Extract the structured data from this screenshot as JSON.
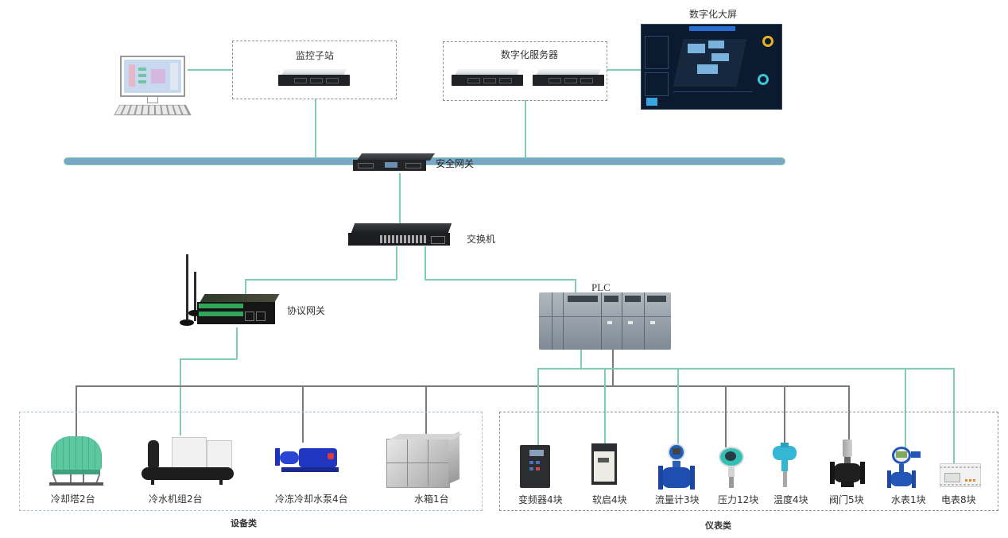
{
  "diagram": {
    "top_nodes": {
      "workstation": {
        "label": ""
      },
      "monitor_substation": {
        "label": "监控子站"
      },
      "digital_servers": {
        "label": "数字化服务器"
      },
      "digital_screen": {
        "label": "数字化大屏"
      }
    },
    "network": {
      "security_gateway": {
        "label": "安全网关"
      },
      "switch": {
        "label": "交换机"
      },
      "protocol_gateway": {
        "label": "协议网关"
      },
      "plc": {
        "label": "PLC"
      }
    },
    "equipment_group": {
      "title": "设备类",
      "items": [
        {
          "label": "冷却塔2台",
          "icon": "cooling-tower-icon"
        },
        {
          "label": "冷水机组2台",
          "icon": "chiller-icon"
        },
        {
          "label": "冷冻冷却水泵4台",
          "icon": "water-pump-icon"
        },
        {
          "label": "水箱1台",
          "icon": "water-tank-icon"
        }
      ]
    },
    "instrument_group": {
      "title": "仪表类",
      "items": [
        {
          "label": "变频器4块",
          "icon": "inverter-icon"
        },
        {
          "label": "软启4块",
          "icon": "soft-starter-icon"
        },
        {
          "label": "流量计3块",
          "icon": "flow-meter-icon"
        },
        {
          "label": "压力12块",
          "icon": "pressure-transmitter-icon"
        },
        {
          "label": "温度4块",
          "icon": "temperature-sensor-icon"
        },
        {
          "label": "阀门5块",
          "icon": "valve-icon"
        },
        {
          "label": "水表1块",
          "icon": "water-meter-icon"
        },
        {
          "label": "电表8块",
          "icon": "electric-meter-icon"
        }
      ]
    },
    "colors": {
      "network_line": "#7fcdb3",
      "field_bus_line": "#7a7a7a",
      "backbone": "#7ba7c6",
      "device_frame": "#8f8f8f"
    }
  }
}
